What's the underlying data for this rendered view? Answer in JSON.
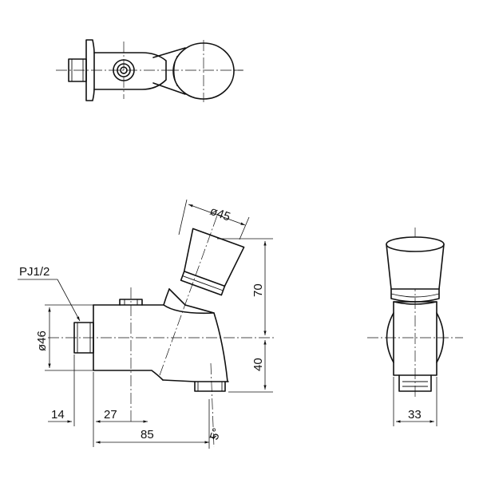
{
  "labels": {
    "thread": "PJ1/2",
    "diameter_knob": "ø45",
    "diameter_body": "ø46",
    "height_upper": "70",
    "height_lower": "40",
    "dim_14": "14",
    "dim_27": "27",
    "dim_85": "85",
    "angle": "5°",
    "width_side": "33"
  }
}
